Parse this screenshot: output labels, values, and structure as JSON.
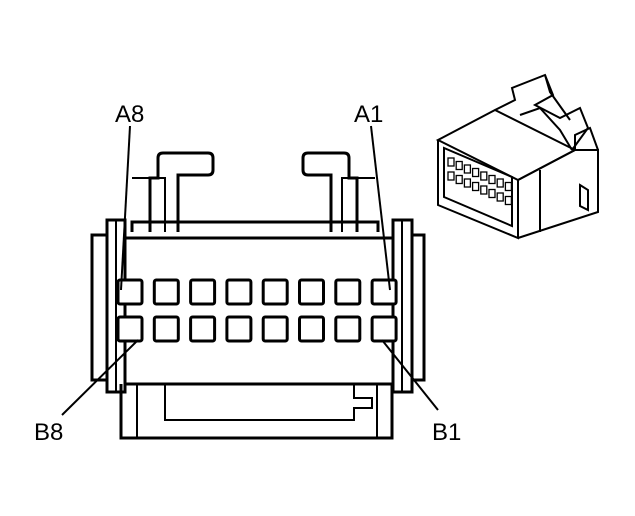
{
  "labels": {
    "a8": "A8",
    "a1": "A1",
    "b8": "B8",
    "b1": "B1"
  },
  "pin_rows": [
    {
      "row": "A",
      "count": 8
    },
    {
      "row": "B",
      "count": 8
    }
  ],
  "colors": {
    "line": "#000000",
    "background": "#ffffff"
  }
}
